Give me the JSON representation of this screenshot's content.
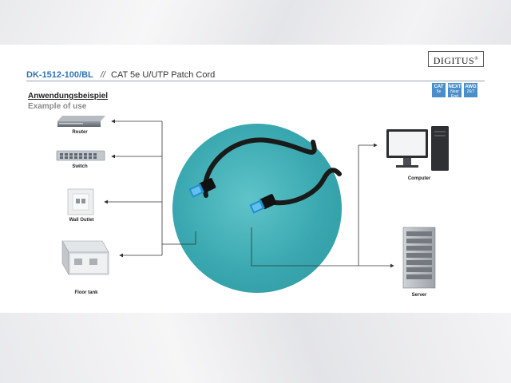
{
  "brand": {
    "logo_text": "DIGITUS",
    "logo_mark": "®"
  },
  "header": {
    "product_code": "DK-1512-100/BL",
    "separator": "//",
    "product_name": "CAT 5e U/UTP Patch Cord"
  },
  "badges": [
    {
      "line1": "CAT",
      "line2": "5e"
    },
    {
      "line1": "NEXT",
      "line2": "Near End"
    },
    {
      "line1": "AWG",
      "line2": "26/7"
    }
  ],
  "titles": {
    "heading_de": "Anwendungsbeispiel",
    "heading_en": "Example of use"
  },
  "devices": {
    "router": "Router",
    "switch": "Switch",
    "wall_outlet": "Wall Outlet",
    "floor_tank": "Floor tank",
    "computer": "Computer",
    "server": "Server"
  },
  "colors": {
    "accent_blue": "#2f74b5",
    "teal_circle": "#3aa8b0",
    "connector_blue": "#1e90d0",
    "cable_black": "#1a1a1a",
    "badge_blue": "#4a8fc9"
  }
}
